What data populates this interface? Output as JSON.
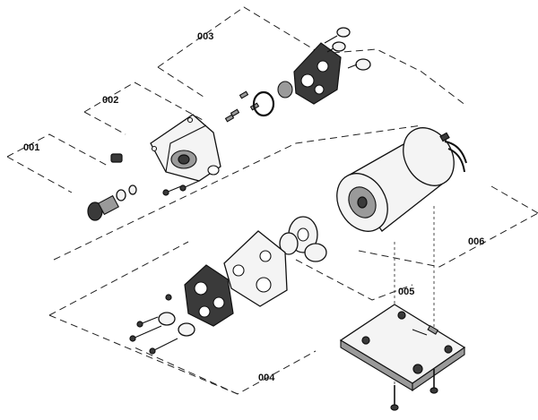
{
  "callouts": {
    "c001": "001",
    "c002": "002",
    "c003": "003",
    "c004": "004",
    "c005": "005",
    "c006": "006"
  }
}
